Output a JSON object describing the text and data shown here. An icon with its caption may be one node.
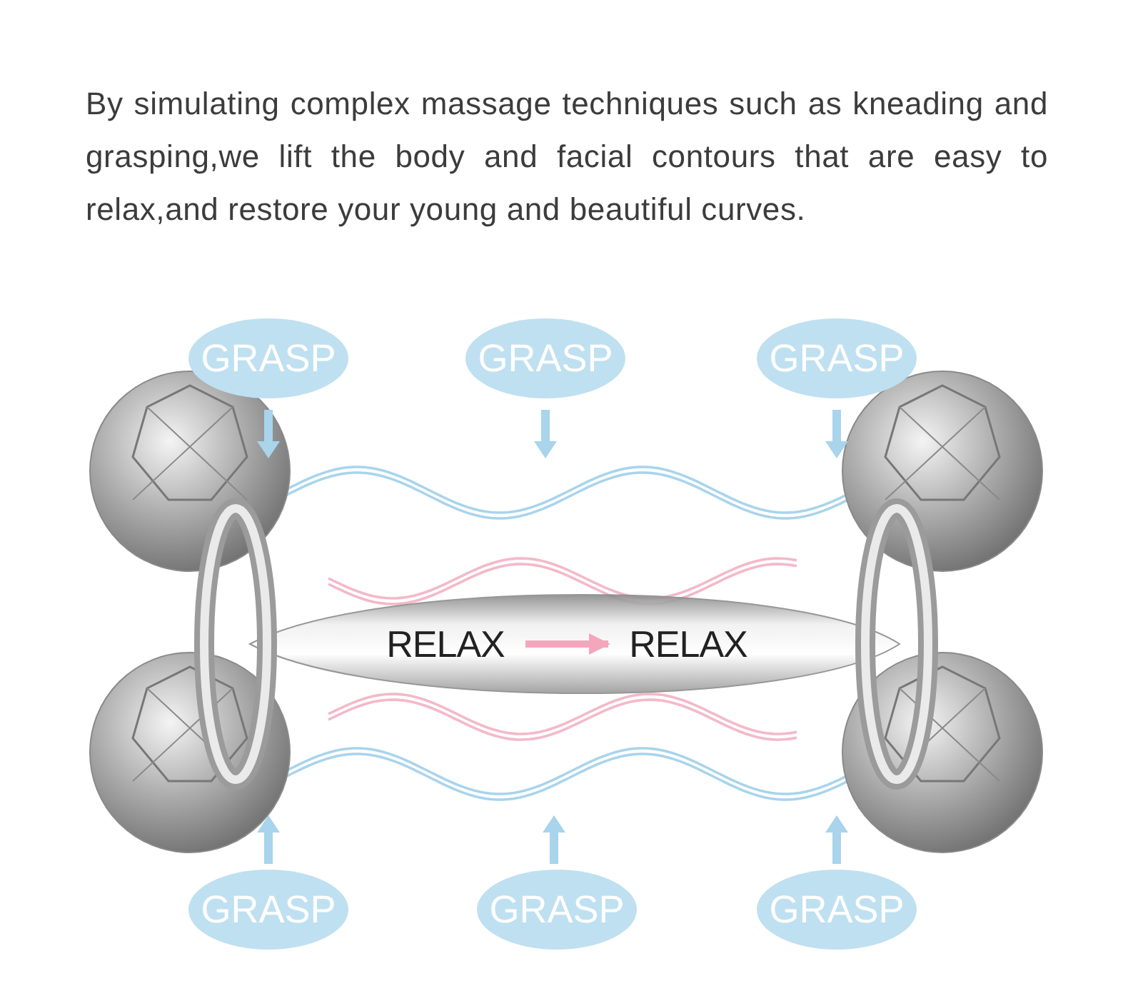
{
  "diagram": {
    "title": "By simulating complex massage techniques such as kneading and grasping,we lift the body and facial contours that are easy to relax,and restore your young and beautiful curves.",
    "nodes": [
      {
        "text": [
          "GRASP"
        ]
      },
      {
        "text": [
          "GRASP"
        ]
      },
      {
        "text": [
          "GRASP"
        ]
      },
      {
        "text": [
          "RELAX"
        ]
      },
      {
        "text": [
          "RELAX"
        ]
      },
      {
        "text": [
          "GRASP"
        ]
      },
      {
        "text": [
          "GRASP"
        ]
      },
      {
        "text": [
          "GRASP"
        ]
      }
    ],
    "edges": [
      {
        "from": 3,
        "to": 4,
        "arrow": "to"
      }
    ]
  }
}
